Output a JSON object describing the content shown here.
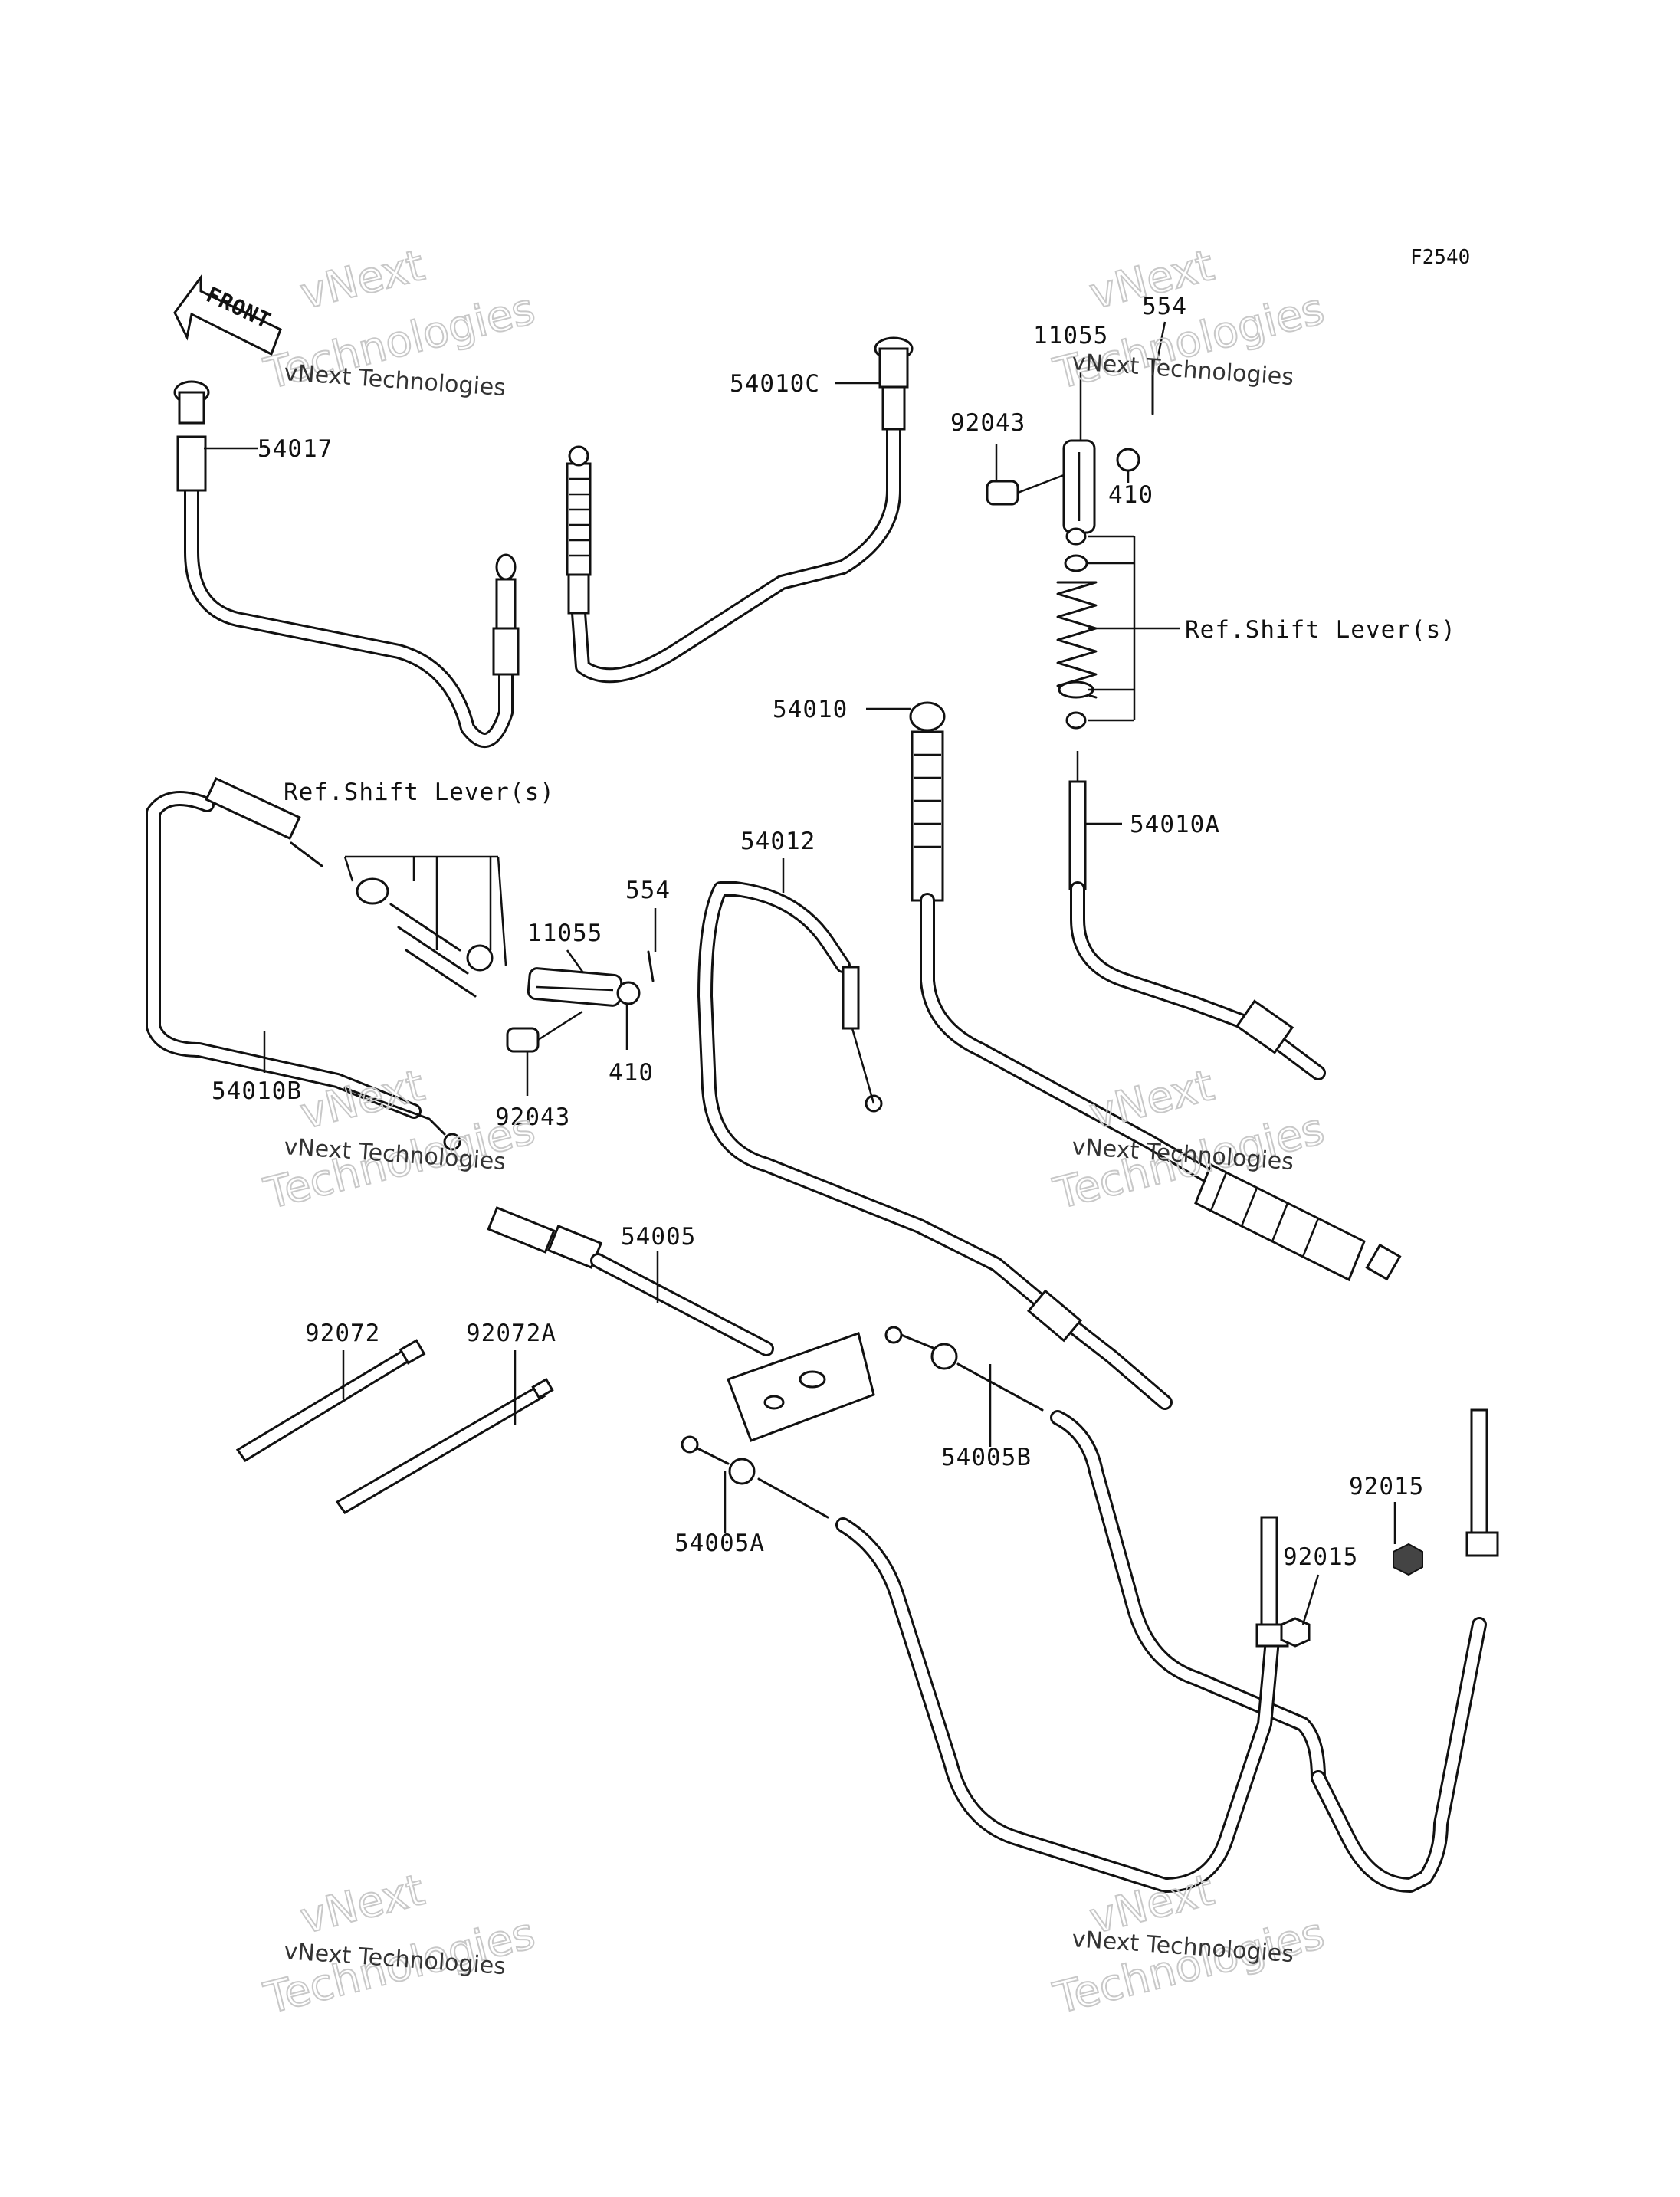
{
  "figure_code": "F2540",
  "front_arrow_text": "FRONT",
  "labels": {
    "p54017": "54017",
    "p54010C": "54010C",
    "p554_top": "554",
    "p11055_top": "11055",
    "p92043_top": "92043",
    "p410_top": "410",
    "ref_shift_right": "Ref.Shift Lever(s)",
    "p54010": "54010",
    "p54010A": "54010A",
    "ref_shift_left": "Ref.Shift Lever(s)",
    "p54012": "54012",
    "p554_mid": "554",
    "p11055_mid": "11055",
    "p54010B": "54010B",
    "p410_mid": "410",
    "p92043_mid": "92043",
    "p54005": "54005",
    "p92072": "92072",
    "p92072A": "92072A",
    "p54005B": "54005B",
    "p54005A": "54005A",
    "p92015_a": "92015",
    "p92015_b": "92015"
  },
  "watermark": {
    "line1": "vNext",
    "line2": "vNext Technologies",
    "line3": "Technologies"
  }
}
